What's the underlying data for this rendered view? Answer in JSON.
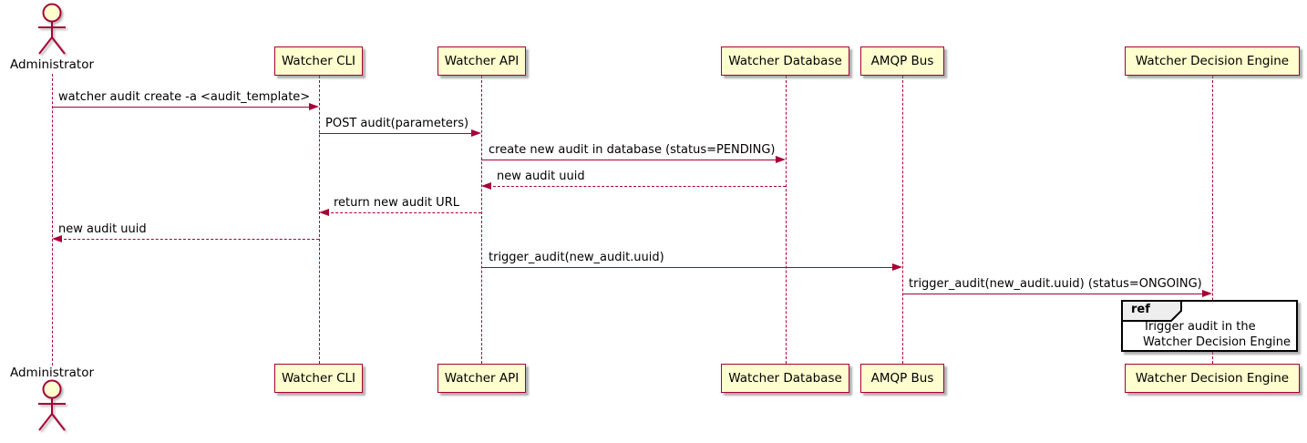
{
  "diagram": {
    "type": "sequence",
    "colors": {
      "participant_fill": "#FEFECE",
      "participant_border": "#A80036",
      "arrow": "#A80036",
      "lifeline": "#A80036",
      "text": "#000000",
      "ref_border": "#000000",
      "ref_header_fill": "#EEEEEE"
    },
    "actor": {
      "name": "Administrator"
    },
    "participants": [
      {
        "label": "Watcher CLI"
      },
      {
        "label": "Watcher API"
      },
      {
        "label": "Watcher Database"
      },
      {
        "label": "AMQP Bus"
      },
      {
        "label": "Watcher Decision Engine"
      }
    ],
    "messages": [
      {
        "text": "watcher audit create -a <audit_template>",
        "from": "Administrator",
        "to": "Watcher CLI",
        "line": "solid"
      },
      {
        "text": "POST audit(parameters)",
        "from": "Watcher CLI",
        "to": "Watcher API",
        "line": "solid"
      },
      {
        "text": "create new audit in database (status=PENDING)",
        "from": "Watcher API",
        "to": "Watcher Database",
        "line": "solid"
      },
      {
        "text": "new audit uuid",
        "from": "Watcher Database",
        "to": "Watcher API",
        "line": "dashed"
      },
      {
        "text": "return new audit URL",
        "from": "Watcher API",
        "to": "Watcher CLI",
        "line": "dashed"
      },
      {
        "text": "new audit uuid",
        "from": "Watcher CLI",
        "to": "Administrator",
        "line": "dashed"
      },
      {
        "text": "trigger_audit(new_audit.uuid)",
        "from": "Watcher API",
        "to": "AMQP Bus",
        "line": "solid"
      },
      {
        "text": "trigger_audit(new_audit.uuid) (status=ONGOING)",
        "from": "AMQP Bus",
        "to": "Watcher Decision Engine",
        "line": "solid"
      }
    ],
    "ref": {
      "keyword": "ref",
      "line1": "Trigger audit in the",
      "line2": "Watcher Decision Engine"
    }
  }
}
